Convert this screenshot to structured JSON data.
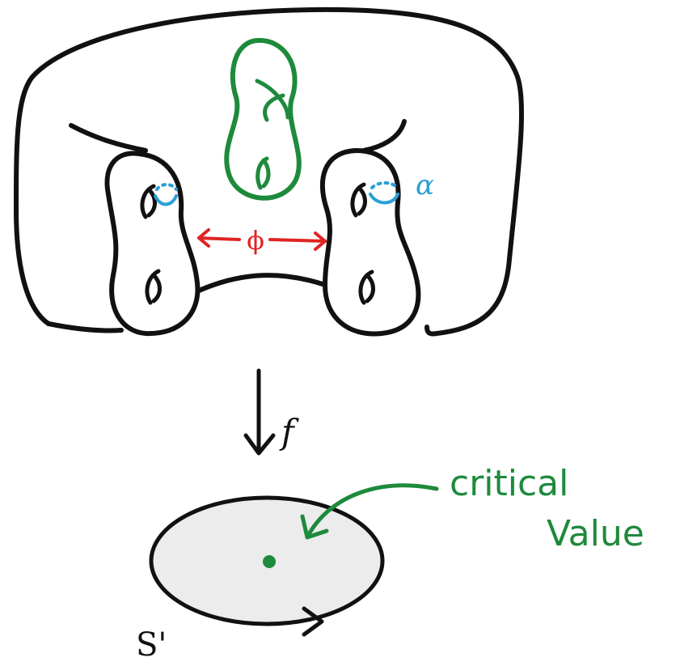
{
  "labels": {
    "alpha": "α",
    "phi": "ϕ",
    "map": "f",
    "critical_line1": "critical",
    "critical_line2": "Value",
    "circle": "S'"
  },
  "colors": {
    "ink": "#111111",
    "green": "#1e8a3c",
    "blue": "#2a9fd6",
    "red": "#e02424",
    "disk_fill": "#ececec"
  },
  "icons": {
    "alpha_curve": "dotted-loop",
    "phi_arrow": "double-headed-arrow",
    "map_arrow": "down-arrow",
    "pointer_arrow": "curved-arrow",
    "orientation_arrow": "arrowhead"
  }
}
